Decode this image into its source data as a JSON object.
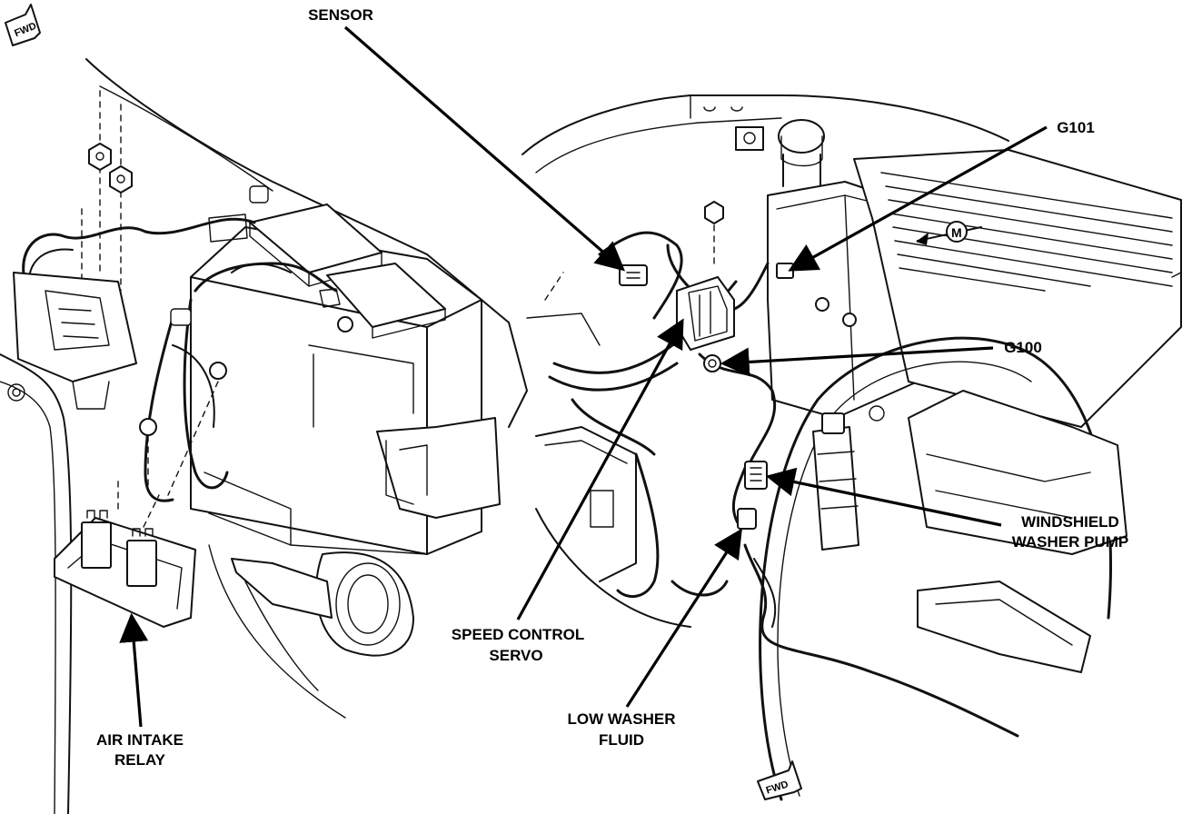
{
  "labels": {
    "sensor": "SENSOR",
    "g101": "G101",
    "g100": "G100",
    "windshield_washer_pump_line1": "WINDSHIELD",
    "windshield_washer_pump_line2": "WASHER PUMP",
    "speed_control_servo_line1": "SPEED CONTROL",
    "speed_control_servo_line2": "SERVO",
    "low_washer_fluid_line1": "LOW WASHER",
    "low_washer_fluid_line2": "FLUID",
    "air_intake_relay_line1": "AIR INTAKE",
    "air_intake_relay_line2": "RELAY"
  },
  "symbols": {
    "fwd_top": "FWD",
    "fwd_bottom": "FWD",
    "m_marker": "M"
  },
  "icons": [
    "fwd-arrow-icon",
    "m-direction-icon",
    "leader-arrow-icon"
  ]
}
